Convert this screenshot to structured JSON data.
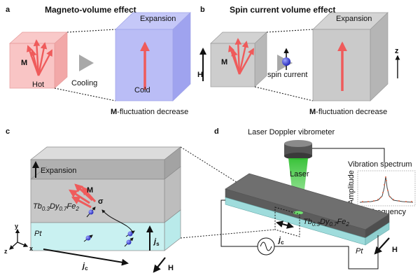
{
  "panels": {
    "a": {
      "letter": "a",
      "title": "Magneto-volume effect",
      "expansion": "Expansion",
      "magnetization": "M",
      "hot": "Hot",
      "cold": "Cold",
      "process": "Cooling",
      "caption_bold": "M",
      "caption_rest": "-fluctuation decrease"
    },
    "b": {
      "letter": "b",
      "title": "Spin current volume effect",
      "expansion": "Expansion",
      "field": "H",
      "magnetization": "M",
      "process": "spin current",
      "axis": "z",
      "caption_bold": "M",
      "caption_rest": "-fluctuation decrease"
    },
    "c": {
      "letter": "c",
      "expansion": "Expansion",
      "film": {
        "el1": "Tb",
        "sub1": "0.3",
        "el2": "Dy",
        "sub2": "0.7",
        "el3": "Fe",
        "sub3": "2"
      },
      "substrate": "Pt",
      "magnetization": "M",
      "spin": "σ",
      "spin_current": {
        "main": "j",
        "sub": "s"
      },
      "charge_current": {
        "main": "j",
        "sub": "c"
      },
      "field": "H",
      "axes": {
        "x": "x",
        "y": "y",
        "z": "z"
      }
    },
    "d": {
      "letter": "d",
      "instrument": "Laser Doppler vibrometer",
      "beam": "Laser",
      "spectrum_title": "Vibration spectrum",
      "spectrum_ylabel": "Amplitude",
      "spectrum_xlabel": "Frequency",
      "film": {
        "el1": "Tb",
        "sub1": "0.3",
        "el2": "Dy",
        "sub2": "0.7",
        "el3": "Fe",
        "sub3": "2"
      },
      "substrate": "Pt",
      "charge_current": {
        "main": "j",
        "sub": "c"
      },
      "field": "H"
    }
  },
  "colors": {
    "hot_cube": "#f7b7b7",
    "cold_cube": "#aeb2f4",
    "grey_cube": "#c4c4c4",
    "arrow_red": "#ef5b5b",
    "pt_cyan": "#c9f1f1",
    "laser_green": "#43c943",
    "spin_blue": "#3a3ad6"
  }
}
